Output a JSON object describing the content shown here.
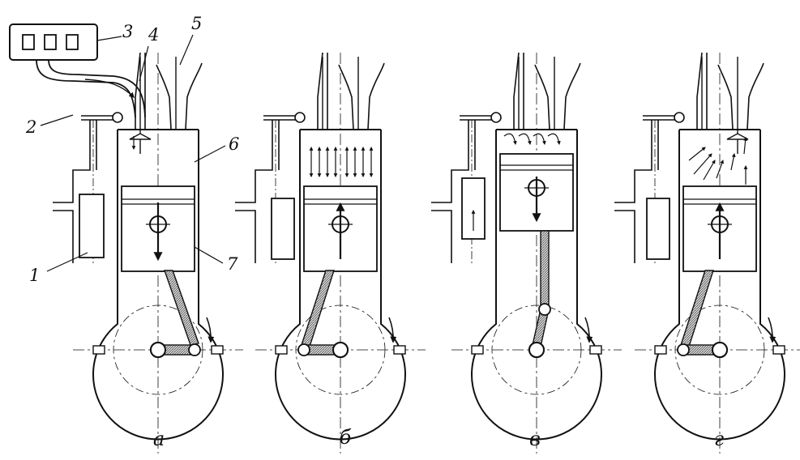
{
  "part_numbers": [
    "1",
    "2",
    "3",
    "4",
    "5",
    "6",
    "7"
  ],
  "stage_captions": [
    "а",
    "б",
    "в",
    "г"
  ],
  "colors": {
    "line": "#111111",
    "hatch": "#8a8a8a",
    "background": "#ffffff"
  }
}
